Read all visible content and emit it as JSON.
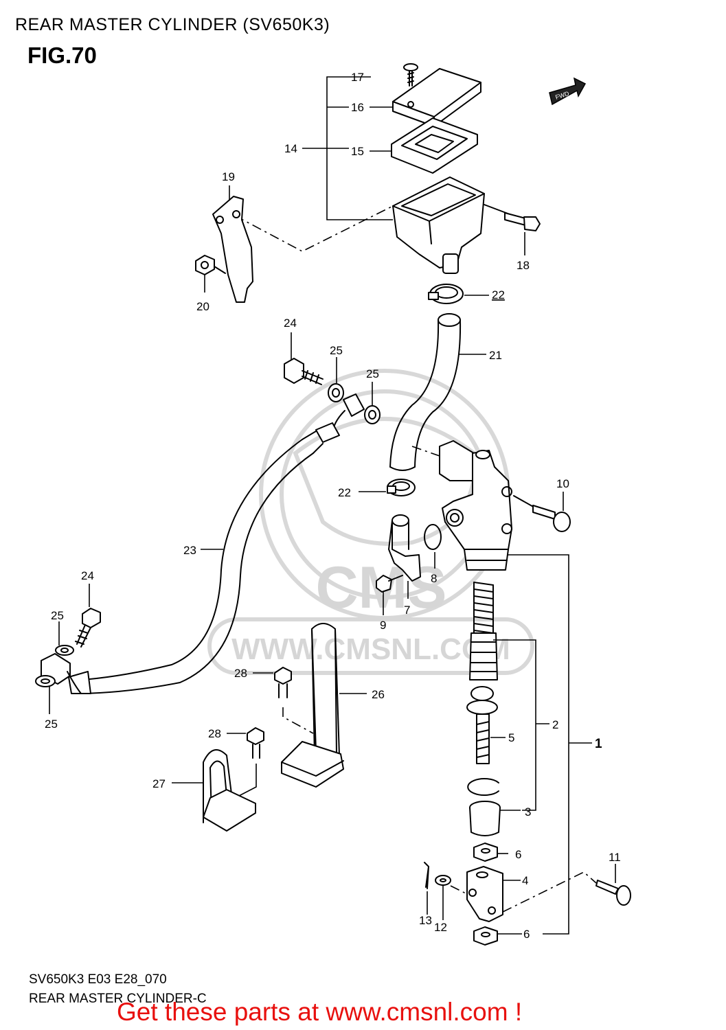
{
  "header": {
    "title": "REAR MASTER CYLINDER (SV650K3)",
    "figure": "FIG.70"
  },
  "diagram": {
    "fwd_label": "FWD",
    "watermark": {
      "url": "WWW.CMSNL.COM",
      "logo": "CMS"
    },
    "callouts": [
      "1",
      "2",
      "3",
      "4",
      "5",
      "6",
      "6",
      "7",
      "8",
      "9",
      "10",
      "11",
      "12",
      "13",
      "14",
      "15",
      "16",
      "17",
      "18",
      "19",
      "20",
      "21",
      "22",
      "22",
      "23",
      "24",
      "24",
      "25",
      "25",
      "25",
      "25",
      "26",
      "27",
      "28",
      "28"
    ]
  },
  "footer": {
    "code": "SV650K3 E03 E28_070",
    "name": "REAR MASTER CYLINDER-C",
    "promo": "Get these parts at www.cmsnl.com !",
    "promo_color": "#e8100e"
  }
}
